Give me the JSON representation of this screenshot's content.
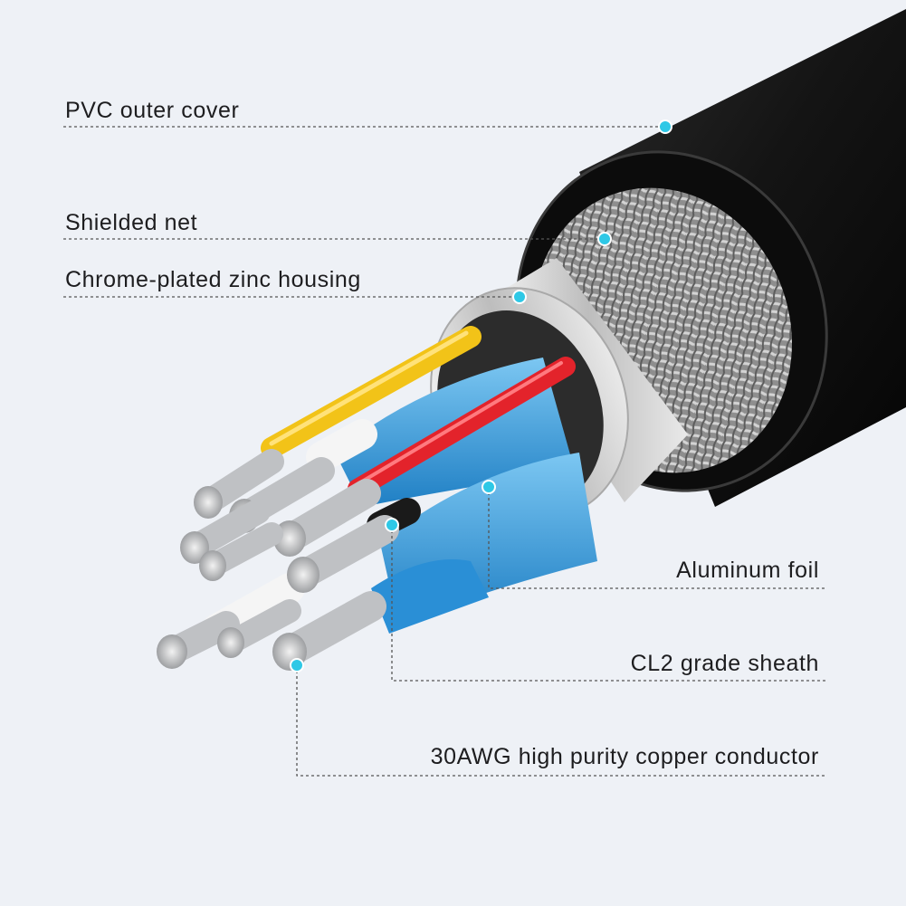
{
  "labels": {
    "pvc_outer_cover": "PVC outer cover",
    "shielded_net": "Shielded net",
    "zinc_housing": "Chrome-plated zinc housing",
    "aluminum_foil": "Aluminum foil",
    "cl2_sheath": "CL2 grade sheath",
    "copper_conductor": "30AWG high purity copper conductor"
  },
  "colors": {
    "background": "#eef1f6",
    "marker": "#2ec8e6",
    "leader_line": "#555555",
    "outer_jacket": "#141414",
    "braid": "#9a9a9a",
    "housing": "#d8d8d8",
    "pair_sheath": "#3e9fdc",
    "wire_red": "#e3232b",
    "wire_yellow": "#f2c318",
    "wire_white": "#f5f5f5",
    "conductor": "#c7c9cc"
  }
}
